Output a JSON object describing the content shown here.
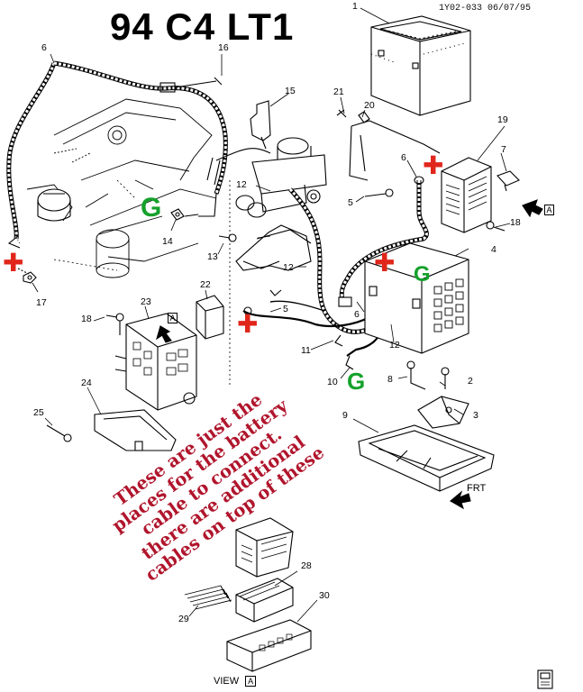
{
  "title": "94 C4 LT1",
  "ref_code": "1Y02-033 06/07/95",
  "note_lines": [
    "These are just the",
    "places for the battery",
    "cable to connect.",
    "there are additional",
    "cables on top of these"
  ],
  "ground_mark": "G",
  "view_label": "VIEW",
  "view_box": "A",
  "arrow_box": "A",
  "frt_label": "FRT",
  "callouts": {
    "c1": "1",
    "c2": "2",
    "c3": "3",
    "c4": "4",
    "c5a": "5",
    "c5b": "5",
    "c6a": "6",
    "c6b": "6",
    "c6c": "6",
    "c7": "7",
    "c8": "8",
    "c9": "9",
    "c10": "10",
    "c11": "11",
    "c12a": "12",
    "c12b": "12",
    "c12c": "12",
    "c13": "13",
    "c14": "14",
    "c15": "15",
    "c16": "16",
    "c17": "17",
    "c18a": "18",
    "c18b": "18",
    "c19": "19",
    "c20": "20",
    "c21": "21",
    "c22": "22",
    "c23": "23",
    "c24": "24",
    "c25": "25",
    "c28": "28",
    "c29": "29",
    "c30": "30"
  }
}
